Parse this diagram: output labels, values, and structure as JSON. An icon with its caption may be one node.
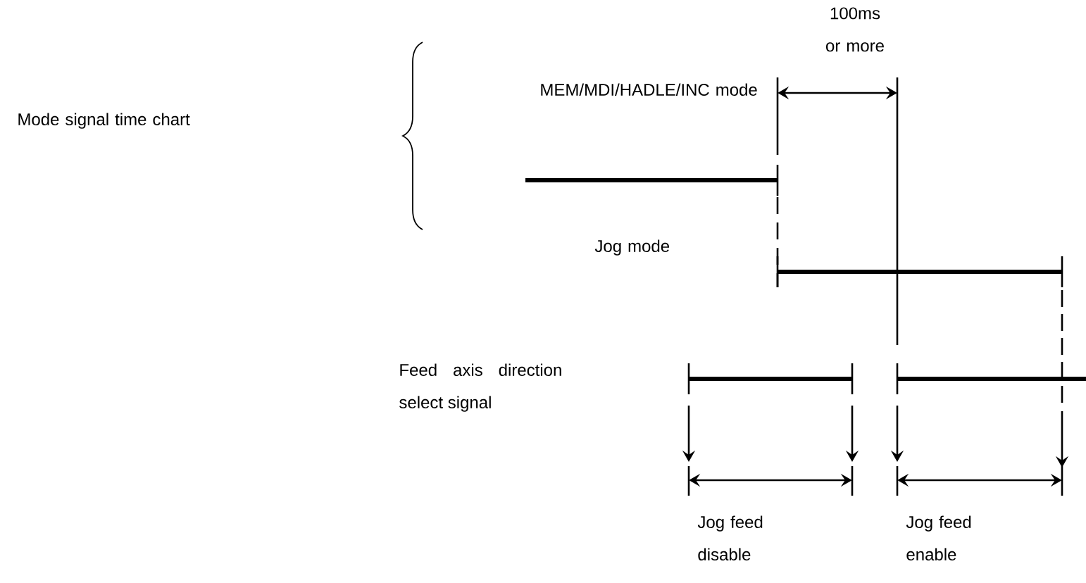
{
  "diagram": {
    "labels": [
      "100ms or more",
      "Mode signal time chart",
      "MEM/MDI/HADLE/INC mode",
      "Jog mode",
      "Feed axis direction select signal",
      "Jog feed disable",
      "Jog feed enable"
    ]
  }
}
